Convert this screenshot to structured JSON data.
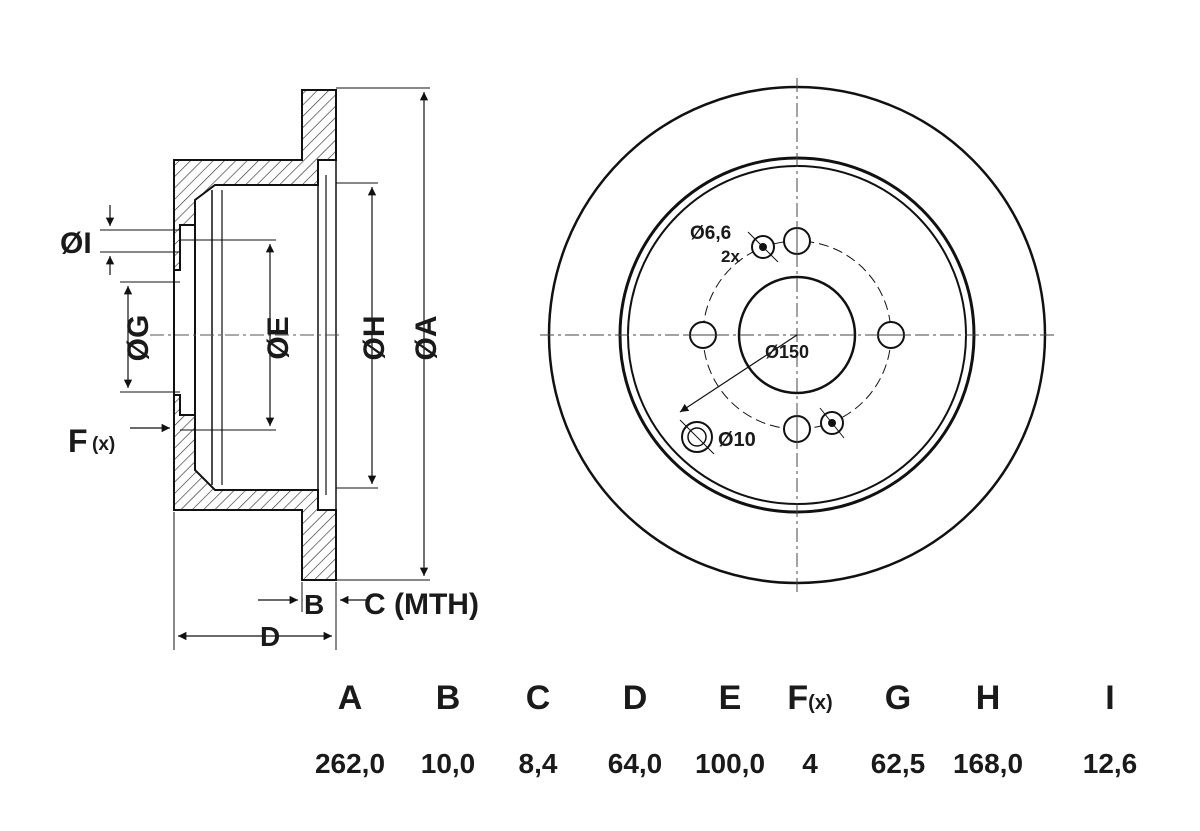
{
  "side_view": {
    "labels": {
      "I": "ØI",
      "G": "ØG",
      "E": "ØE",
      "H": "ØH",
      "A": "ØA",
      "F": "F",
      "F_suffix": "(x)",
      "B": "B",
      "C": "C (MTH)",
      "D": "D"
    }
  },
  "front_view": {
    "labels": {
      "bolt_hole": "Ø6,6",
      "bolt_count": "2x",
      "pcd": "Ø150",
      "wheel_hole": "Ø10"
    }
  },
  "spec_table": {
    "columns": [
      {
        "key": "A",
        "label": "A",
        "value": "262,0"
      },
      {
        "key": "B",
        "label": "B",
        "value": "10,0"
      },
      {
        "key": "C",
        "label": "C",
        "value": "8,4"
      },
      {
        "key": "D",
        "label": "D",
        "value": "64,0"
      },
      {
        "key": "E",
        "label": "E",
        "value": "100,0"
      },
      {
        "key": "F",
        "label": "F",
        "label_suffix": "(x)",
        "value": "4"
      },
      {
        "key": "G",
        "label": "G",
        "value": "62,5"
      },
      {
        "key": "H",
        "label": "H",
        "value": "168,0"
      },
      {
        "key": "I",
        "label": "I",
        "value": "12,6"
      }
    ]
  }
}
